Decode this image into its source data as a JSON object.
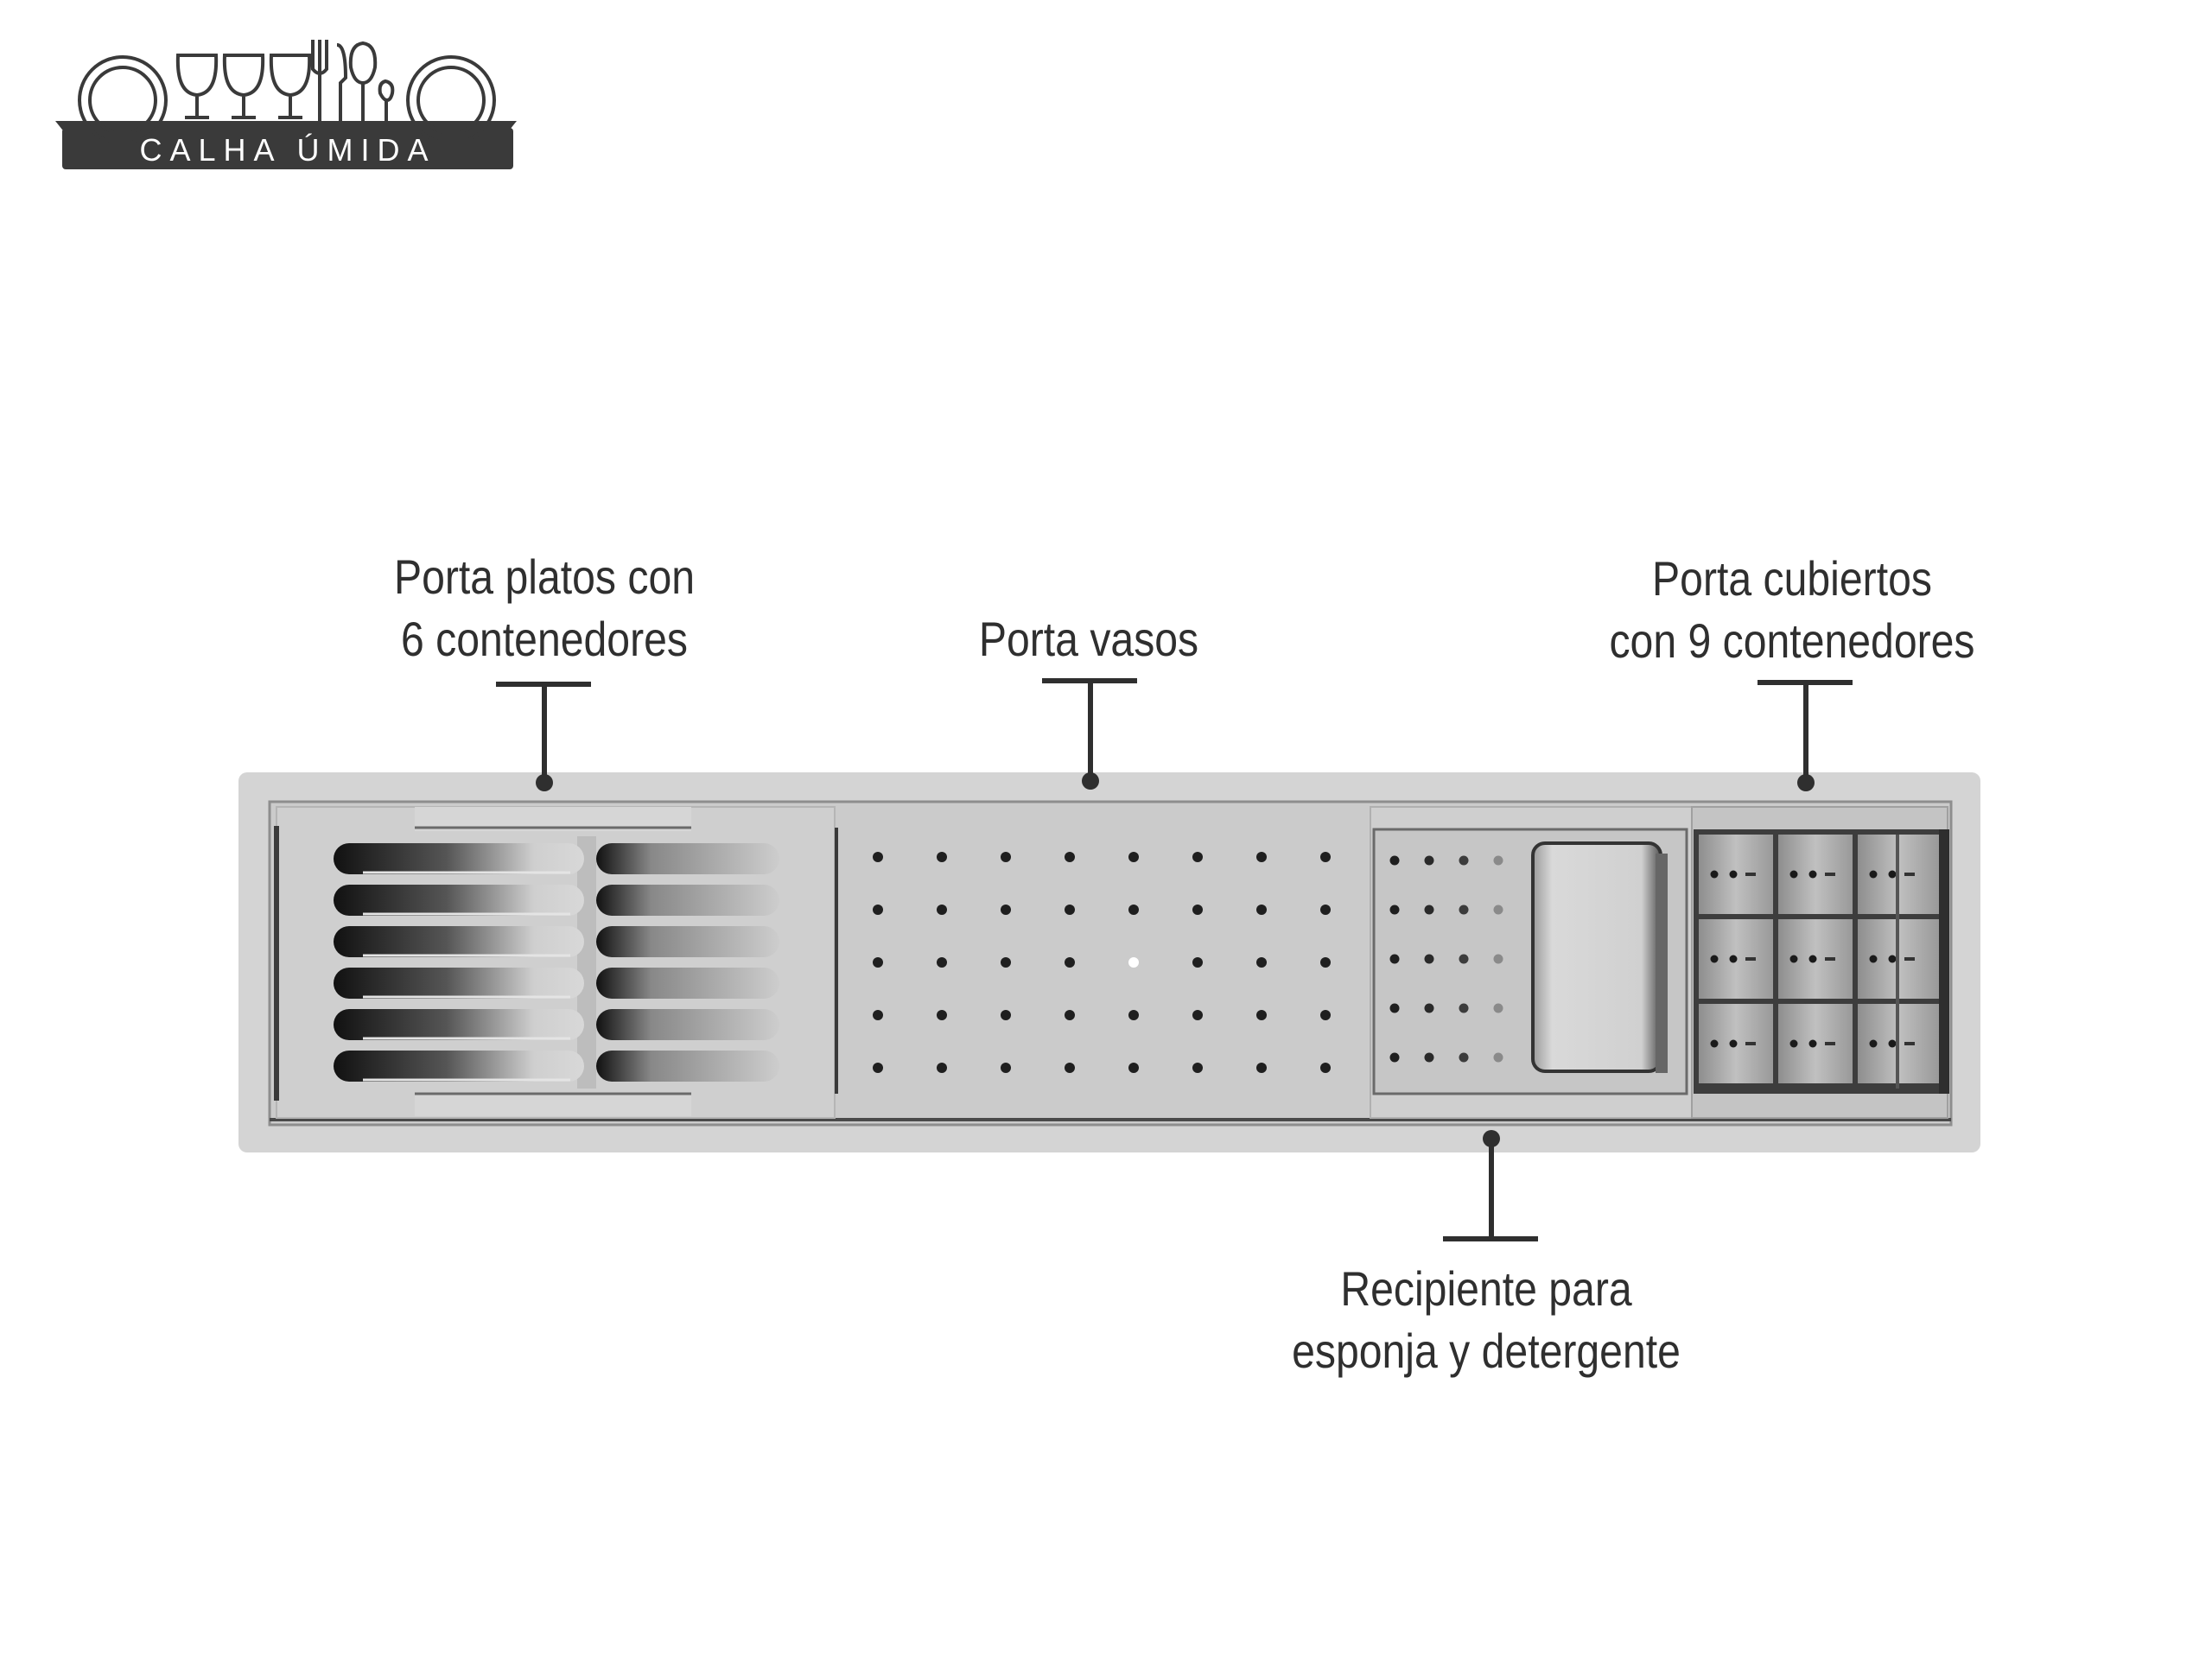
{
  "logo": {
    "text": "CALHA ÚMIDA",
    "icon": "tableware-rack-logo"
  },
  "callouts": [
    {
      "id": "dish-rack",
      "lines": [
        "Porta platos con",
        "6 contenedores"
      ]
    },
    {
      "id": "glass-holder",
      "lines": [
        "Porta vasos"
      ]
    },
    {
      "id": "cutlery-holder",
      "lines": [
        "Porta cubiertos",
        "con 9 contenedores"
      ]
    },
    {
      "id": "sponge-container",
      "lines": [
        "Recipiente para",
        "esponja y detergente"
      ]
    }
  ],
  "colors": {
    "frame": "#d4d4d4",
    "tray": "#c8c8c8",
    "dark": "#2f2f2f",
    "logo_bar": "#3a3a3a"
  },
  "icons": [
    "dish-slot-icon",
    "perforation-hole-icon",
    "cutlery-cell-icon",
    "callout-pin-icon"
  ]
}
